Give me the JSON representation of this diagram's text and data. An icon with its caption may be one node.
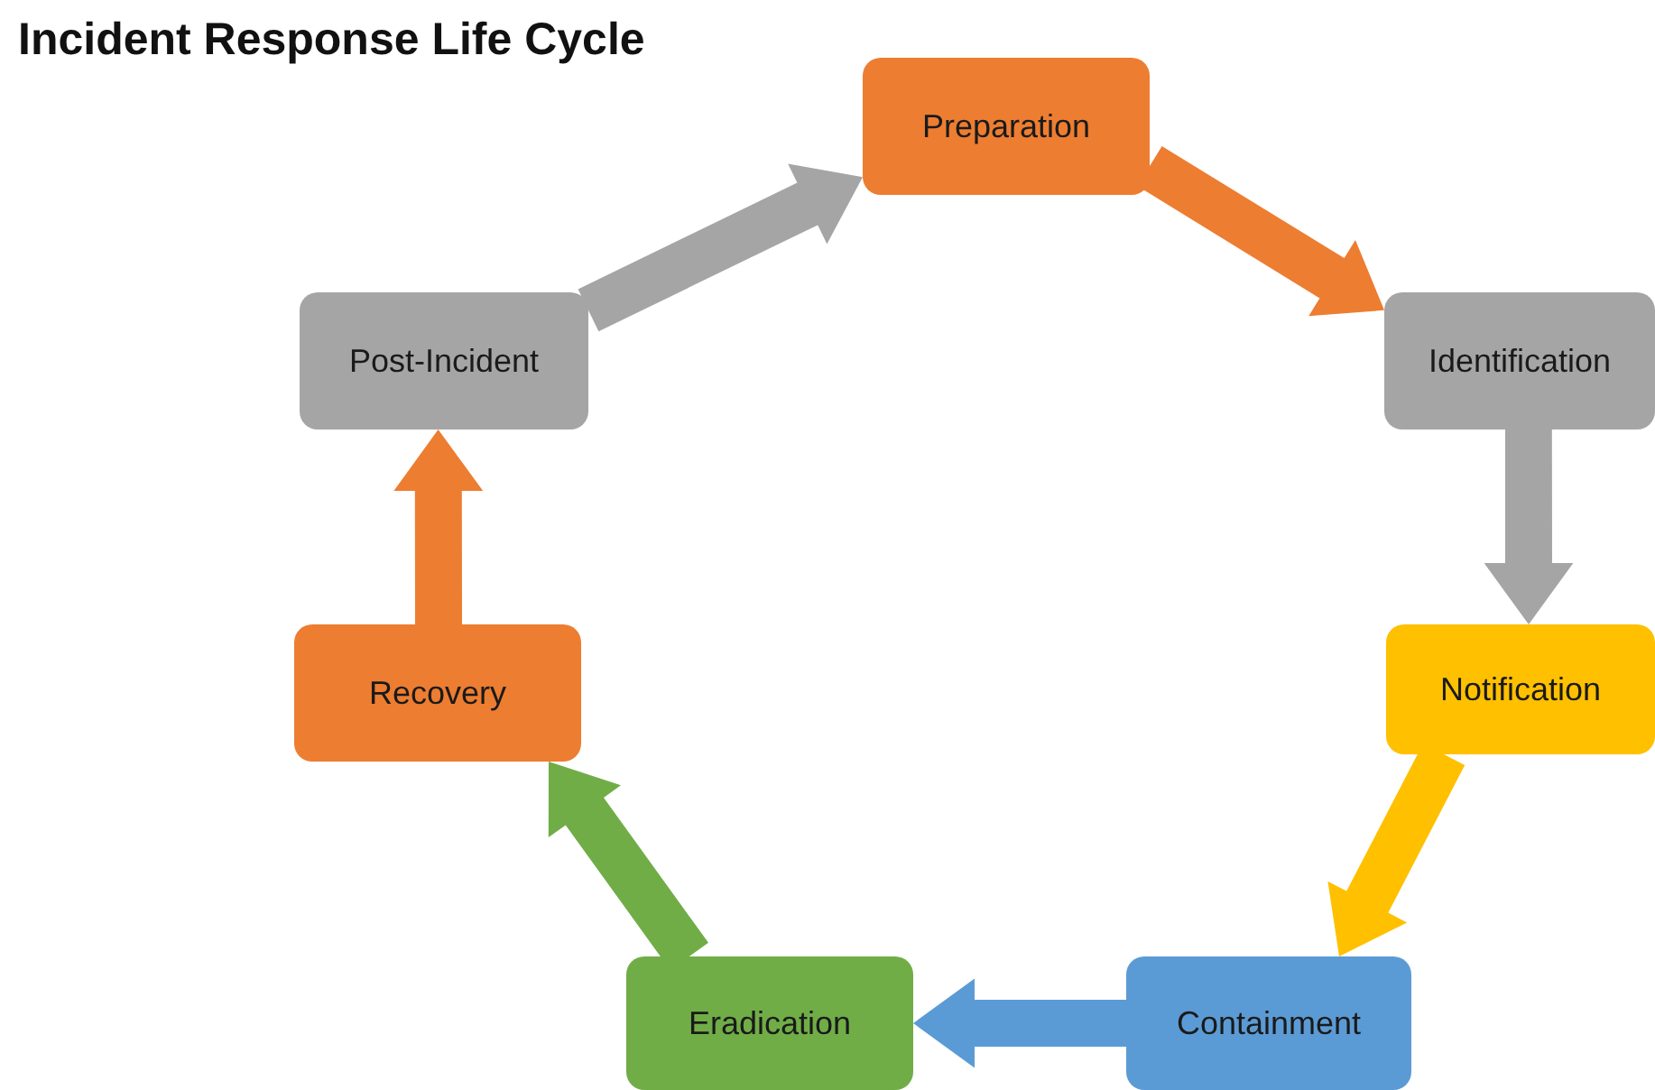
{
  "diagram": {
    "title": "Incident Response Life Cycle",
    "nodes": [
      {
        "text": [
          "Preparation"
        ]
      },
      {
        "text": [
          "Identification"
        ]
      },
      {
        "text": [
          "Notification"
        ]
      },
      {
        "text": [
          "Containment"
        ]
      },
      {
        "text": [
          "Eradication"
        ]
      },
      {
        "text": [
          "Recovery"
        ]
      },
      {
        "text": [
          "Post-Incident"
        ]
      }
    ],
    "edges": [
      {
        "from": 6,
        "to": 0,
        "arrow": "to",
        "style": "thick",
        "color": "#a5a5a5"
      },
      {
        "from": 0,
        "to": 1,
        "arrow": "to",
        "style": "thick",
        "color": "#ed7d31"
      },
      {
        "from": 1,
        "to": 2,
        "arrow": "to",
        "style": "thick",
        "color": "#a5a5a5"
      },
      {
        "from": 2,
        "to": 3,
        "arrow": "to",
        "style": "thick",
        "color": "#ffc000"
      },
      {
        "from": 3,
        "to": 4,
        "arrow": "to",
        "style": "thick",
        "color": "#5b9bd5"
      },
      {
        "from": 4,
        "to": 5,
        "arrow": "to",
        "style": "thick",
        "color": "#70ad47"
      },
      {
        "from": 5,
        "to": 6,
        "arrow": "to",
        "style": "thick",
        "color": "#ed7d31"
      }
    ]
  }
}
